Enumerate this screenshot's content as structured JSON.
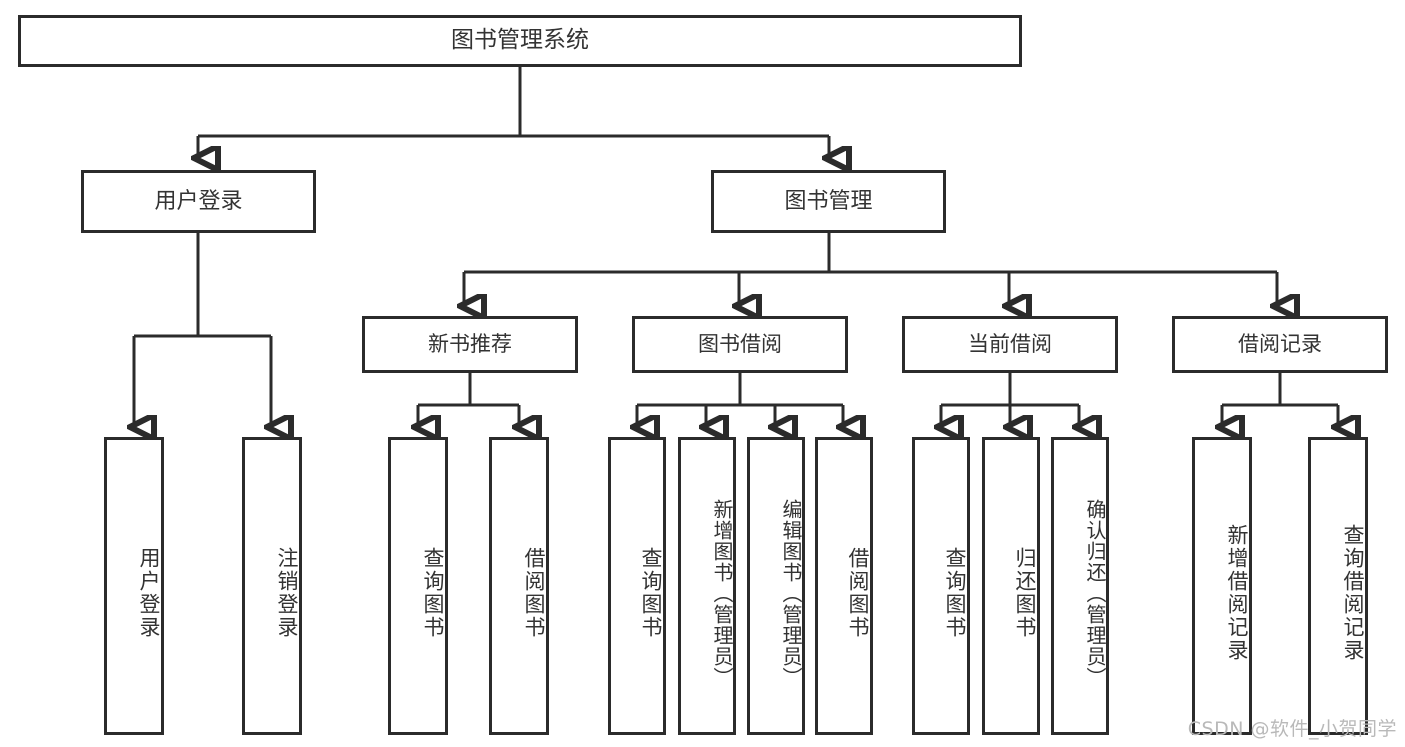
{
  "diagram": {
    "title": "图书管理系统",
    "type": "tree-hierarchy",
    "root": {
      "id": "root",
      "label": "图书管理系统"
    },
    "level2": [
      {
        "id": "user-login",
        "label": "用户登录"
      },
      {
        "id": "book-manage",
        "label": "图书管理"
      }
    ],
    "level3": [
      {
        "id": "new-book-recommend",
        "label": "新书推荐"
      },
      {
        "id": "book-borrow",
        "label": "图书借阅"
      },
      {
        "id": "current-borrow",
        "label": "当前借阅"
      },
      {
        "id": "borrow-record",
        "label": "借阅记录"
      }
    ],
    "leaves": {
      "user_login": [
        {
          "id": "leaf-user-login",
          "label": "用户登录"
        },
        {
          "id": "leaf-logout-login",
          "label": "注销登录"
        }
      ],
      "new_book_recommend": [
        {
          "id": "leaf-query-book-1",
          "label": "查询图书"
        },
        {
          "id": "leaf-borrow-book-1",
          "label": "借阅图书"
        }
      ],
      "book_borrow": [
        {
          "id": "leaf-query-book-2",
          "label": "查询图书"
        },
        {
          "id": "leaf-add-book",
          "label": "新增图书（管理员）"
        },
        {
          "id": "leaf-edit-book",
          "label": "编辑图书（管理员）"
        },
        {
          "id": "leaf-borrow-book-2",
          "label": "借阅图书"
        }
      ],
      "current_borrow": [
        {
          "id": "leaf-query-book-3",
          "label": "查询图书"
        },
        {
          "id": "leaf-return-book",
          "label": "归还图书"
        },
        {
          "id": "leaf-confirm-return",
          "label": "确认归还（管理员）"
        }
      ],
      "borrow_record": [
        {
          "id": "leaf-add-record",
          "label": "新增借阅记录"
        },
        {
          "id": "leaf-query-record",
          "label": "查询借阅记录"
        }
      ]
    }
  },
  "watermark": {
    "text": "CSDN @软件_小贺同学"
  },
  "colors": {
    "stroke": "#2b2b2b",
    "box_fill": "#ffffff",
    "text": "#333333",
    "watermark": "#b9b9b9",
    "background": "#ffffff"
  }
}
